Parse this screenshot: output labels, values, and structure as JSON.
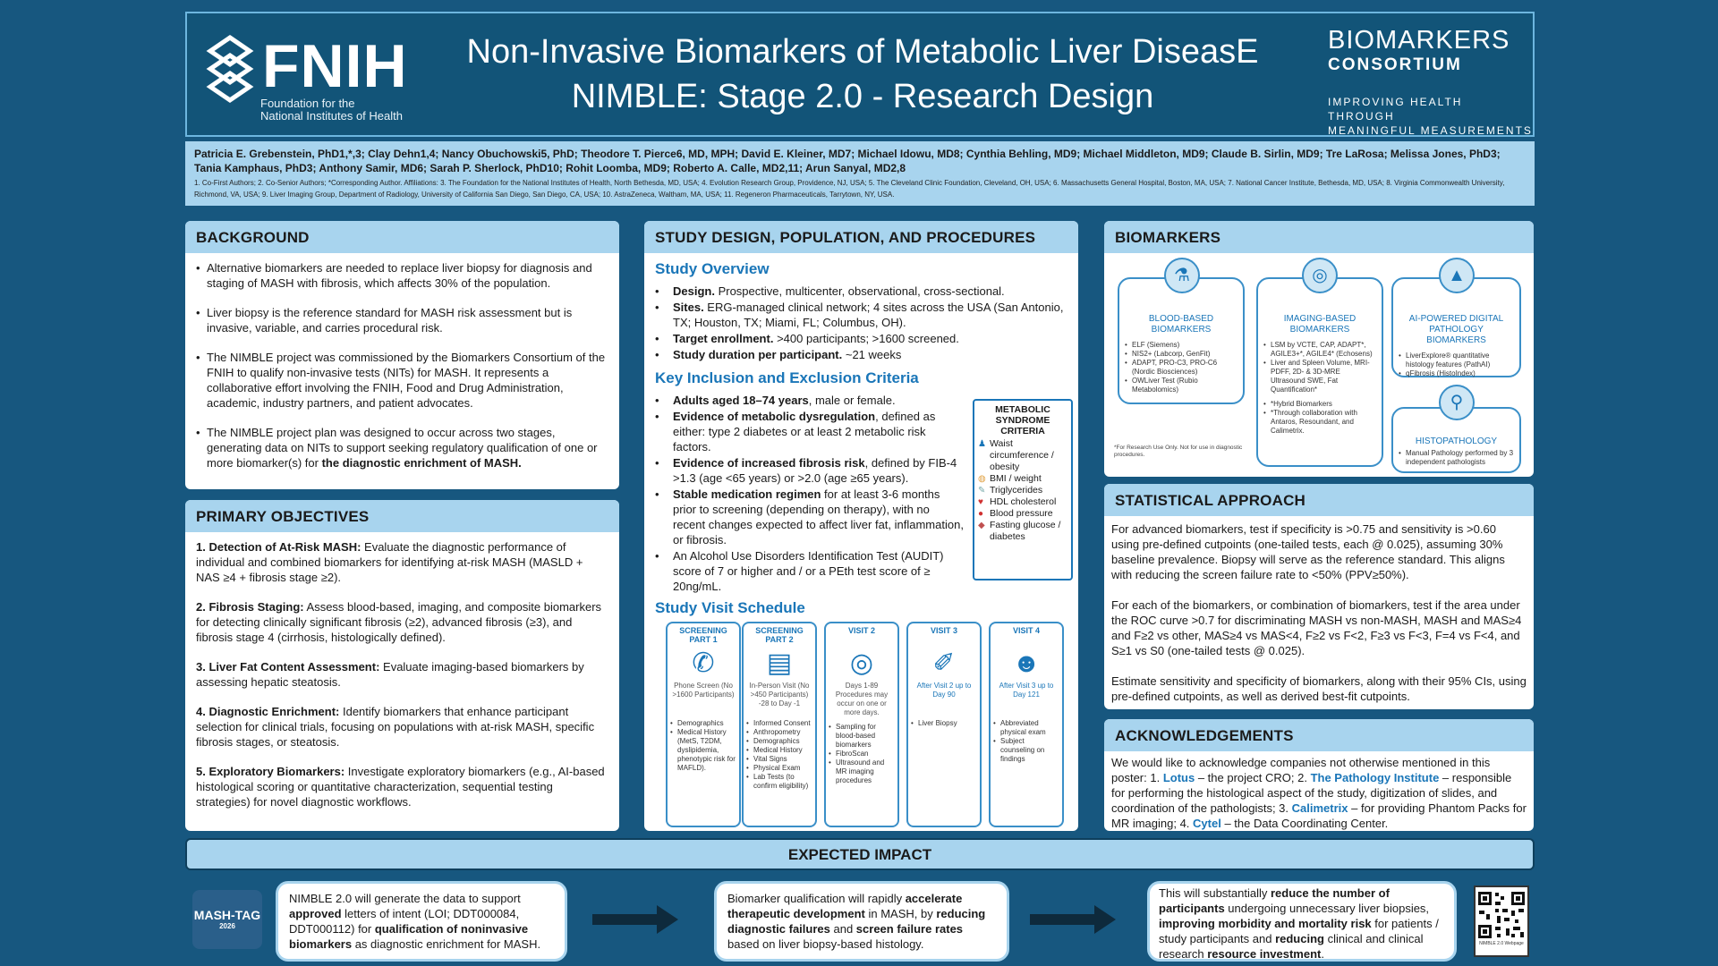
{
  "header": {
    "logo_left": "FNIH",
    "logo_left_sub_1": "Foundation for the",
    "logo_left_sub_2": "National Institutes of Health",
    "title_line1": "Non-Invasive Biomarkers of Metabolic Liver DiseasE",
    "title_line2": "NIMBLE: Stage 2.0 - Research Design",
    "logo_right_1": "BIOMARKERS",
    "logo_right_2": "CONSORTIUM",
    "logo_right_3": "IMPROVING HEALTH THROUGH",
    "logo_right_4": "MEANINGFUL MEASUREMENTS"
  },
  "authors": {
    "list": "Patricia E. Grebenstein, PhD1,*,3; Clay Dehn1,4; Nancy Obuchowski5, PhD; Theodore T. Pierce6, MD, MPH; David E. Kleiner, MD7; Michael Idowu, MD8; Cynthia Behling, MD9; Michael Middleton, MD9; Claude B. Sirlin, MD9; Tre LaRosa; Melissa Jones, PhD3; Tania Kamphaus, PhD3; Anthony Samir, MD6; Sarah P. Sherlock, PhD10; Rohit Loomba, MD9; Roberto A. Calle, MD2,11; Arun Sanyal, MD2,8",
    "affiliations": "1. Co-First Authors; 2. Co-Senior Authors; *Corresponding Author. Affiliations: 3. The Foundation for the National Institutes of Health, North Bethesda, MD, USA; 4. Evolution Research Group, Providence, NJ, USA; 5. The Cleveland Clinic Foundation, Cleveland, OH, USA; 6. Massachusetts General Hospital, Boston, MA, USA; 7. National Cancer Institute, Bethesda, MD, USA; 8. Virginia Commonwealth University, Richmond, VA, USA; 9. Liver Imaging Group, Department of Radiology, University of California San Diego, San Diego, CA, USA; 10. AstraZeneca, Waltham, MA, USA; 11. Regeneron Pharmaceuticals, Tarrytown, NY, USA."
  },
  "background": {
    "heading": "BACKGROUND",
    "bullets": [
      "Alternative biomarkers are needed to replace liver biopsy for diagnosis and staging of MASH with fibrosis, which affects 30% of the population.",
      "Liver biopsy is the reference standard for MASH risk assessment but is invasive, variable, and carries procedural risk.",
      "The NIMBLE project was commissioned by the Biomarkers Consortium of the FNIH to qualify non-invasive tests (NITs) for MASH. It represents a collaborative effort involving the FNIH, Food and Drug Administration, academic, industry partners, and patient advocates.",
      "The NIMBLE project plan was designed to occur across two stages, generating data on NITs to support seeking regulatory qualification of one or more biomarker(s) for"
    ],
    "bullet4_bold": "the diagnostic enrichment of MASH."
  },
  "objectives": {
    "heading": "PRIMARY OBJECTIVES",
    "items": [
      {
        "label": "1. Detection of At-Risk MASH:",
        "text": " Evaluate the diagnostic performance of individual and combined biomarkers for identifying at-risk MASH (MASLD + NAS ≥4 + fibrosis stage ≥2)."
      },
      {
        "label": "2. Fibrosis Staging:",
        "text": " Assess blood-based, imaging, and composite biomarkers for detecting clinically significant fibrosis (≥2), advanced fibrosis (≥3), and fibrosis stage 4 (cirrhosis, histologically defined)."
      },
      {
        "label": "3. Liver Fat Content Assessment:",
        "text": " Evaluate imaging-based biomarkers by assessing hepatic steatosis."
      },
      {
        "label": "4. Diagnostic Enrichment:",
        "text": " Identify biomarkers that enhance participant selection for clinical trials, focusing on populations with at-risk MASH, specific fibrosis stages, or steatosis."
      },
      {
        "label": "5. Exploratory Biomarkers:",
        "text": " Investigate exploratory biomarkers (e.g., AI-based histological scoring or quantitative characterization, sequential testing strategies) for novel diagnostic workflows."
      }
    ]
  },
  "study": {
    "heading": "STUDY DESIGN, POPULATION, AND PROCEDURES",
    "overview_title": "Study Overview",
    "overview": [
      {
        "label": "Design.",
        "text": " Prospective, multicenter, observational, cross-sectional."
      },
      {
        "label": "Sites.",
        "text": " ERG-managed clinical network; 4 sites across the USA (San Antonio, TX; Houston, TX; Miami, FL; Columbus, OH)."
      },
      {
        "label": "Target enrollment.",
        "text": " >400 participants; >1600 screened."
      },
      {
        "label": "Study duration per participant.",
        "text": " ~21 weeks"
      }
    ],
    "criteria_title": "Key Inclusion and Exclusion Criteria",
    "criteria": [
      {
        "label": "Adults aged 18–74 years",
        "text": ", male or female."
      },
      {
        "label": "Evidence of metabolic dysregulation",
        "text": ", defined as either: type 2 diabetes or at least 2 metabolic risk factors."
      },
      {
        "label": "Evidence of increased fibrosis risk",
        "text": ", defined by FIB-4 >1.3 (age <65 years) or >2.0 (age ≥65 years)."
      },
      {
        "label": "Stable medication regimen",
        "text": " for at least 3-6 months prior to screening (depending on therapy), with no recent changes expected to affect liver fat, inflammation, or fibrosis."
      },
      {
        "label": "",
        "text": "An Alcohol Use Disorders Identification Test (AUDIT) score of 7 or higher and / or a PEth test score of ≥ 20ng/mL."
      }
    ],
    "metab_title": "METABOLIC SYNDROME CRITERIA",
    "metab_items": [
      {
        "icon": "person-icon",
        "glyph": "♟",
        "text": "Waist circumference / obesity"
      },
      {
        "icon": "scale-icon",
        "glyph": "◍",
        "text": "BMI / weight"
      },
      {
        "icon": "feather-icon",
        "glyph": "✎",
        "text": "Triglycerides"
      },
      {
        "icon": "heart-icon",
        "glyph": "♥",
        "text": "HDL cholesterol"
      },
      {
        "icon": "drop-icon",
        "glyph": "●",
        "text": "Blood pressure"
      },
      {
        "icon": "pill-icon",
        "glyph": "◆",
        "text": "Fasting glucose / diabetes"
      }
    ],
    "schedule_title": "Study Visit Schedule",
    "visits": [
      {
        "title": "SCREENING PART 1",
        "glyph": "✆",
        "icon": "phone-icon",
        "desc": "Phone Screen (No >1600 Participants)",
        "items": [
          "Demographics",
          "Medical History (MetS, T2DM, dyslipidemia, phenotypic risk for MAFLD)."
        ]
      },
      {
        "title": "SCREENING PART 2",
        "glyph": "▤",
        "icon": "clipboard-icon",
        "desc": "In-Person Visit (No >450 Participants) -28 to Day -1",
        "items": [
          "Informed Consent",
          "Anthropometry",
          "Demographics",
          "Medical History",
          "Vital Signs",
          "Physical Exam",
          "Lab Tests (to confirm eligibility)"
        ]
      },
      {
        "title": "VISIT 2",
        "glyph": "◎",
        "icon": "test-tube-scanner-icon",
        "desc": "Days 1-89 Procedures may occur on one or more days.",
        "items": [
          "Sampling for blood-based biomarkers",
          "FibroScan",
          "Ultrasound and MR imaging procedures"
        ]
      },
      {
        "title": "VISIT 3",
        "glyph": "✐",
        "icon": "syringe-icon",
        "desc": "After Visit 2 up to Day 90",
        "items": [
          "Liver Biopsy"
        ]
      },
      {
        "title": "VISIT 4",
        "glyph": "☻",
        "icon": "consultation-icon",
        "desc": "After Visit 3 up to Day 121",
        "items": [
          "Abbreviated physical exam",
          "Subject counseling on findings"
        ]
      }
    ]
  },
  "biomarkers": {
    "heading": "BIOMARKERS",
    "blood_title": "BLOOD-BASED BIOMARKERS",
    "blood_items": [
      "ELF (Siemens)",
      "NIS2+ (Labcorp, GenFit)",
      "ADAPT, PRO-C3, PRO-C6 (Nordic Biosciences)",
      "OWLiver Test (Rubio Metabolomics)"
    ],
    "imaging_title": "IMAGING-BASED BIOMARKERS",
    "imaging_items": [
      "LSM by VCTE, CAP, ADAPT*, AGILE3+*, AGILE4* (Echosens)",
      "Liver and Spleen Volume, MRI-PDFF, 2D- & 3D-MRE Ultrasound SWE, Fat Quantification*"
    ],
    "imaging_notes": [
      "*Hybrid Biomarkers",
      "*Through collaboration with Antaros, Resoundant, and Calimetrix."
    ],
    "ai_title": "AI-POWERED DIGITAL PATHOLOGY BIOMARKERS",
    "ai_items": [
      "LiverExplore® quantitative histology features (PathAI)",
      "qFibrosis (HistoIndex)"
    ],
    "histo_title": "HISTOPATHOLOGY",
    "histo_items": [
      "Manual Pathology performed by 3 independent pathologists"
    ],
    "footnote": "*For Research Use Only. Not for use in diagnostic procedures."
  },
  "statistical": {
    "heading": "STATISTICAL APPROACH",
    "paragraphs": [
      "For advanced biomarkers, test if specificity is >0.75 and sensitivity is >0.60 using pre-defined cutpoints (one-tailed tests, each @ 0.025), assuming 30% baseline prevalence. Biopsy will serve as the reference standard. This aligns with reducing the screen failure rate to <50% (PPV≥50%).",
      "For each of the biomarkers, or combination of biomarkers, test if the area under the ROC curve >0.7 for discriminating MASH vs non-MASH, MASH and MAS≥4 and F≥2 vs other, MAS≥4 vs MAS<4, F≥2 vs F<2, F≥3 vs F<3, F=4 vs F<4, and S≥1 vs S0 (one-tailed tests @ 0.025).",
      "Estimate sensitivity and specificity of biomarkers, along with their 95% CIs, using pre-defined cutpoints, as well as derived best-fit cutpoints."
    ]
  },
  "ack": {
    "heading": "ACKNOWLEDGEMENTS",
    "intro": "We would like to acknowledge companies not otherwise mentioned in this poster: 1.",
    "c1": "Lotus",
    "t1": " – the project CRO; 2.",
    "c2": "The Pathology Institute",
    "t2": " – responsible for performing the histological aspect of the study, digitization of slides, and coordination of the pathologists; 3.",
    "c3": "Calimetrix",
    "t3": " – for providing Phantom Packs for MR imaging; 4.",
    "c4": "Cytel",
    "t4": " – the Data Coordinating Center."
  },
  "impact": {
    "heading": "EXPECTED IMPACT",
    "logo_text": "MASH-TAG",
    "logo_year": "2026",
    "box1_parts": [
      "NIMBLE 2.0 will generate the data to support ",
      "approved",
      " letters of intent (LOI; DDT000084, DDT000112) for ",
      "qualification of noninvasive biomarkers",
      " as diagnostic enrichment for MASH."
    ],
    "box2_parts": [
      "Biomarker qualification will rapidly ",
      "accelerate therapeutic development",
      " in MASH, by ",
      "reducing diagnostic failures",
      " and ",
      "screen failure rates",
      " based on liver biopsy-based histology."
    ],
    "box3_parts": [
      "This will substantially ",
      "reduce the number of participants",
      " undergoing unnecessary liver biopsies, ",
      "improving morbidity and mortality risk",
      " for patients / study participants and ",
      "reducing",
      " clinical and clinical research ",
      "resource investment",
      "."
    ],
    "qr_caption": "NIMBLE 2.0 Webpage"
  },
  "colors": {
    "background": "#17577f",
    "panel_header": "#a8d4ee",
    "accent_blue": "#1a76b8",
    "header_bg": "#125478"
  }
}
